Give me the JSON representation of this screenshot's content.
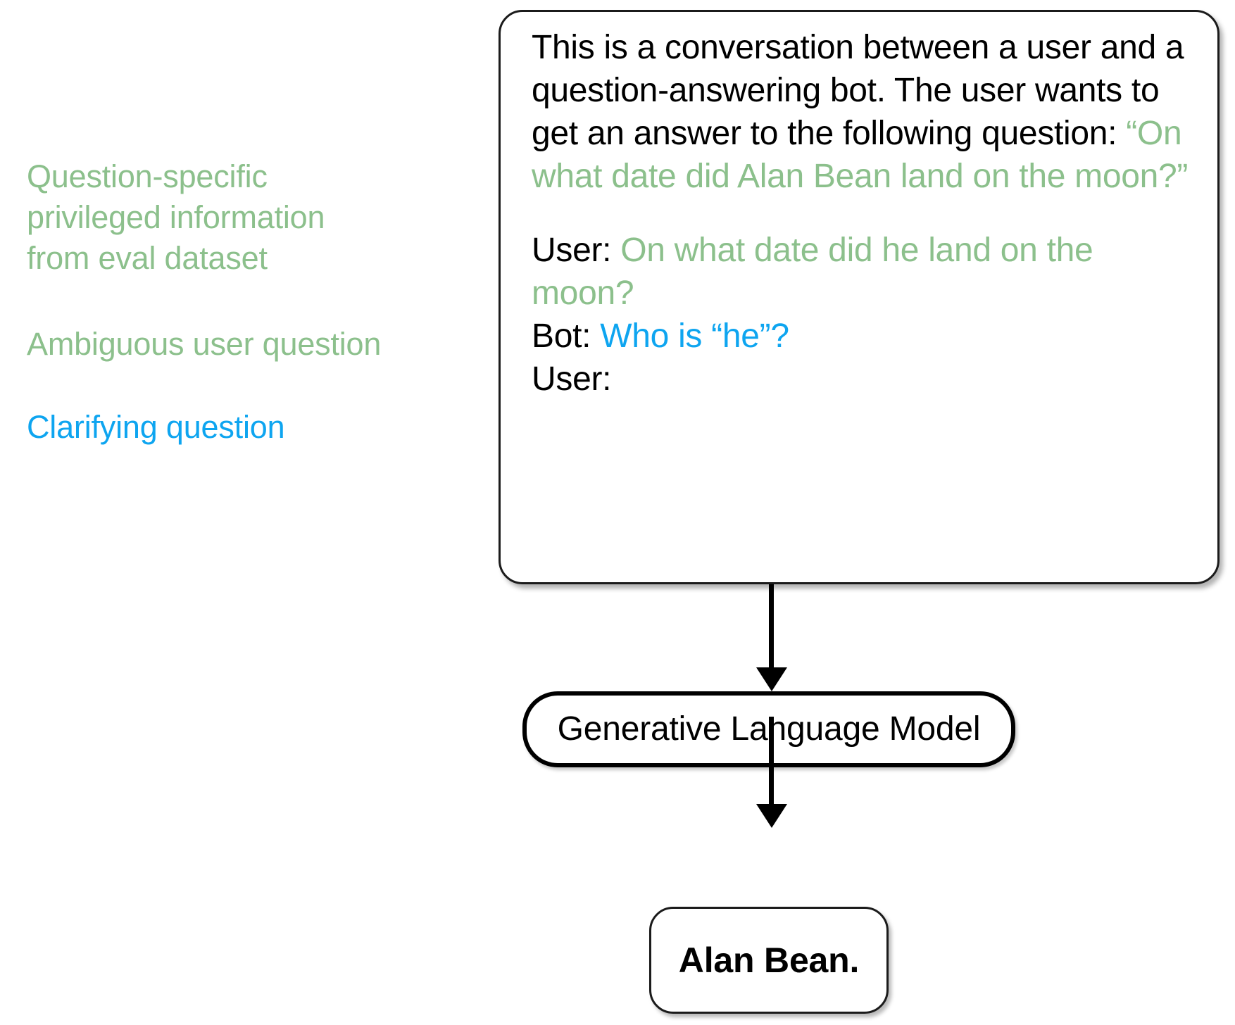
{
  "annotations": {
    "privileged_info": "Question-specific\nprivileged  information\nfrom eval dataset",
    "ambiguous_question": "Ambiguous user question",
    "clarifying_question": "Clarifying question"
  },
  "prompt_box": {
    "instruction_prefix": "This is a conversation between a user and a question-answering bot. The user wants to get an answer to the following question: ",
    "privileged_question": "“On what date did Alan Bean land on the moon?”",
    "turn1_speaker": "User: ",
    "turn1_text": "On what date did he land on the moon?",
    "turn2_speaker": "Bot: ",
    "turn2_text": "Who is “he”?",
    "turn3_speaker": "User:"
  },
  "model_box": {
    "label": "Generative Language Model"
  },
  "answer_box": {
    "label": "Alan Bean."
  },
  "colors": {
    "privileged_green": "#8CC08C",
    "clarifying_blue": "#0EA5F0",
    "text_black": "#000000",
    "box_border": "#1b1b1b"
  }
}
